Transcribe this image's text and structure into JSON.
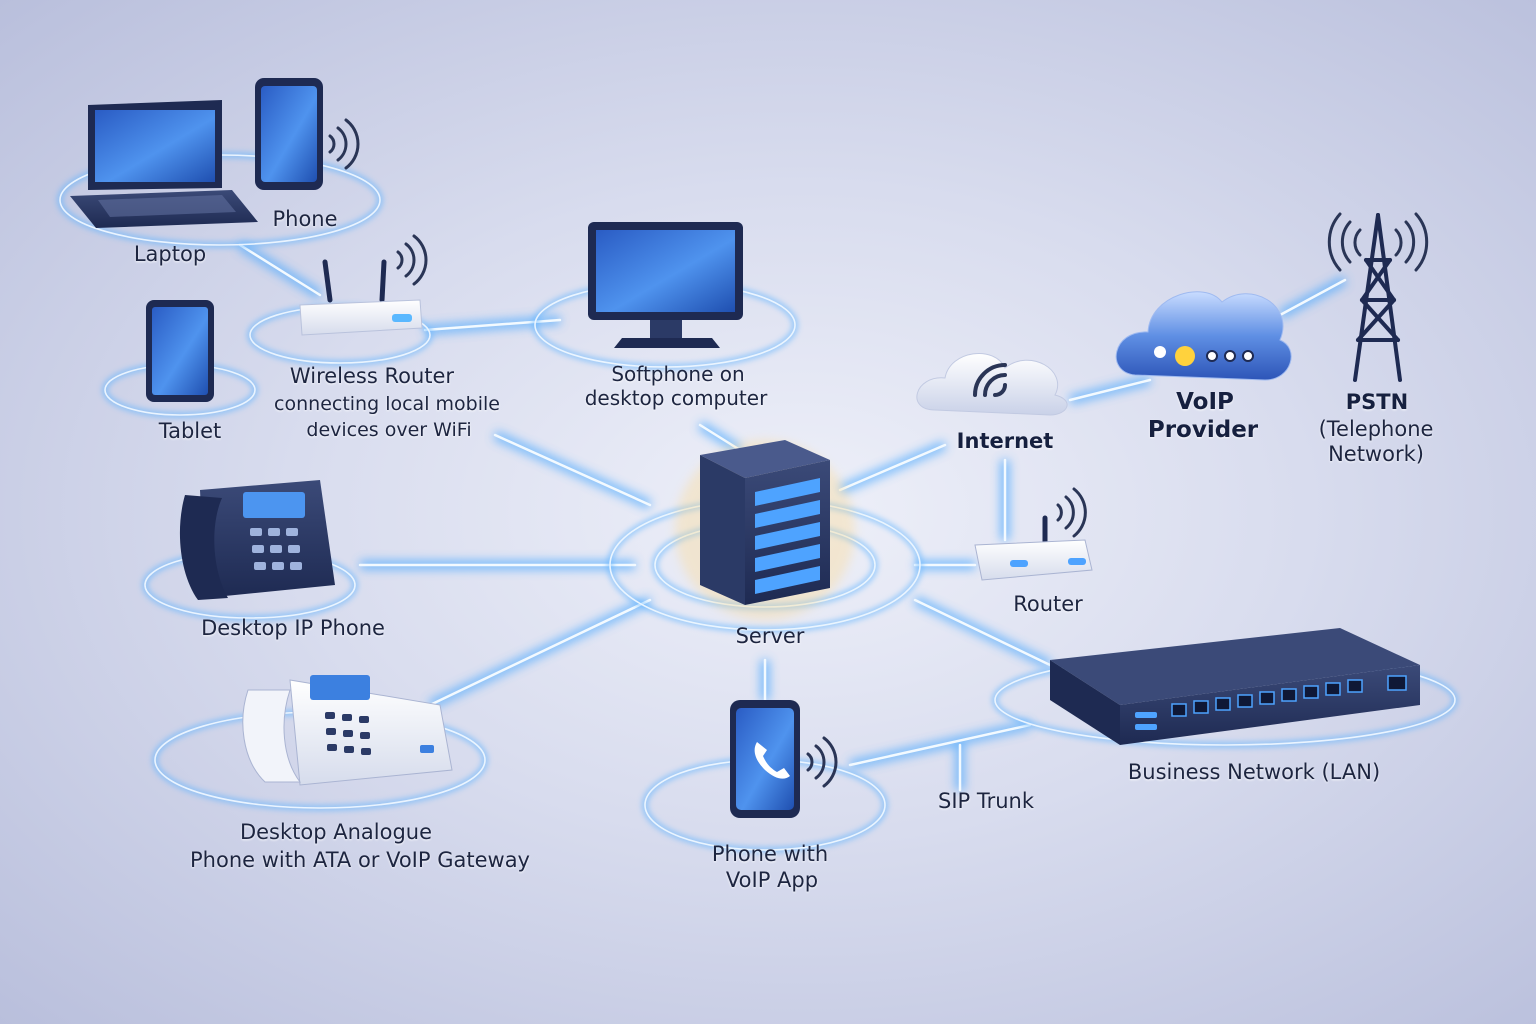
{
  "nodes": {
    "laptop": "Laptop",
    "phone": "Phone",
    "tablet": "Tablet",
    "wireless_router": "Wireless Router",
    "wireless_router_desc_1": "connecting local mobile",
    "wireless_router_desc_2": "devices over WiFi",
    "softphone_1": "Softphone on",
    "softphone_2": "desktop computer",
    "internet": "Internet",
    "voip_provider_1": "VoIP",
    "voip_provider_2": "Provider",
    "pstn_1": "PSTN",
    "pstn_2": "(Telephone",
    "pstn_3": "Network)",
    "desk_ip_phone": "Desktop IP Phone",
    "server": "Server",
    "router": "Router",
    "business_lan": "Business Network (LAN)",
    "analogue_1": "Desktop Analogue",
    "analogue_2": "Phone with ATA or VoIP Gateway",
    "voip_app_1": "Phone with",
    "voip_app_2": "VoIP App",
    "sip_trunk": "SIP Trunk"
  },
  "colors": {
    "link_glow": "#4aa8ff",
    "link_core": "#eaf6ff",
    "device_dark": "#2b3a66",
    "screen_blue": "#2f73d9",
    "label_text": "#1d2540"
  },
  "icons": {
    "laptop": "laptop-icon",
    "phone": "smartphone-icon",
    "tablet": "tablet-icon",
    "wireless_router": "wifi-router-icon",
    "softphone": "desktop-monitor-icon",
    "internet": "cloud-icon",
    "voip_provider": "cloud-icon",
    "pstn": "cell-tower-icon",
    "desk_ip_phone": "desk-phone-icon",
    "server": "server-rack-icon",
    "router": "router-icon",
    "business_lan": "network-switch-icon",
    "analogue": "analogue-phone-icon",
    "voip_app": "phone-app-icon"
  }
}
